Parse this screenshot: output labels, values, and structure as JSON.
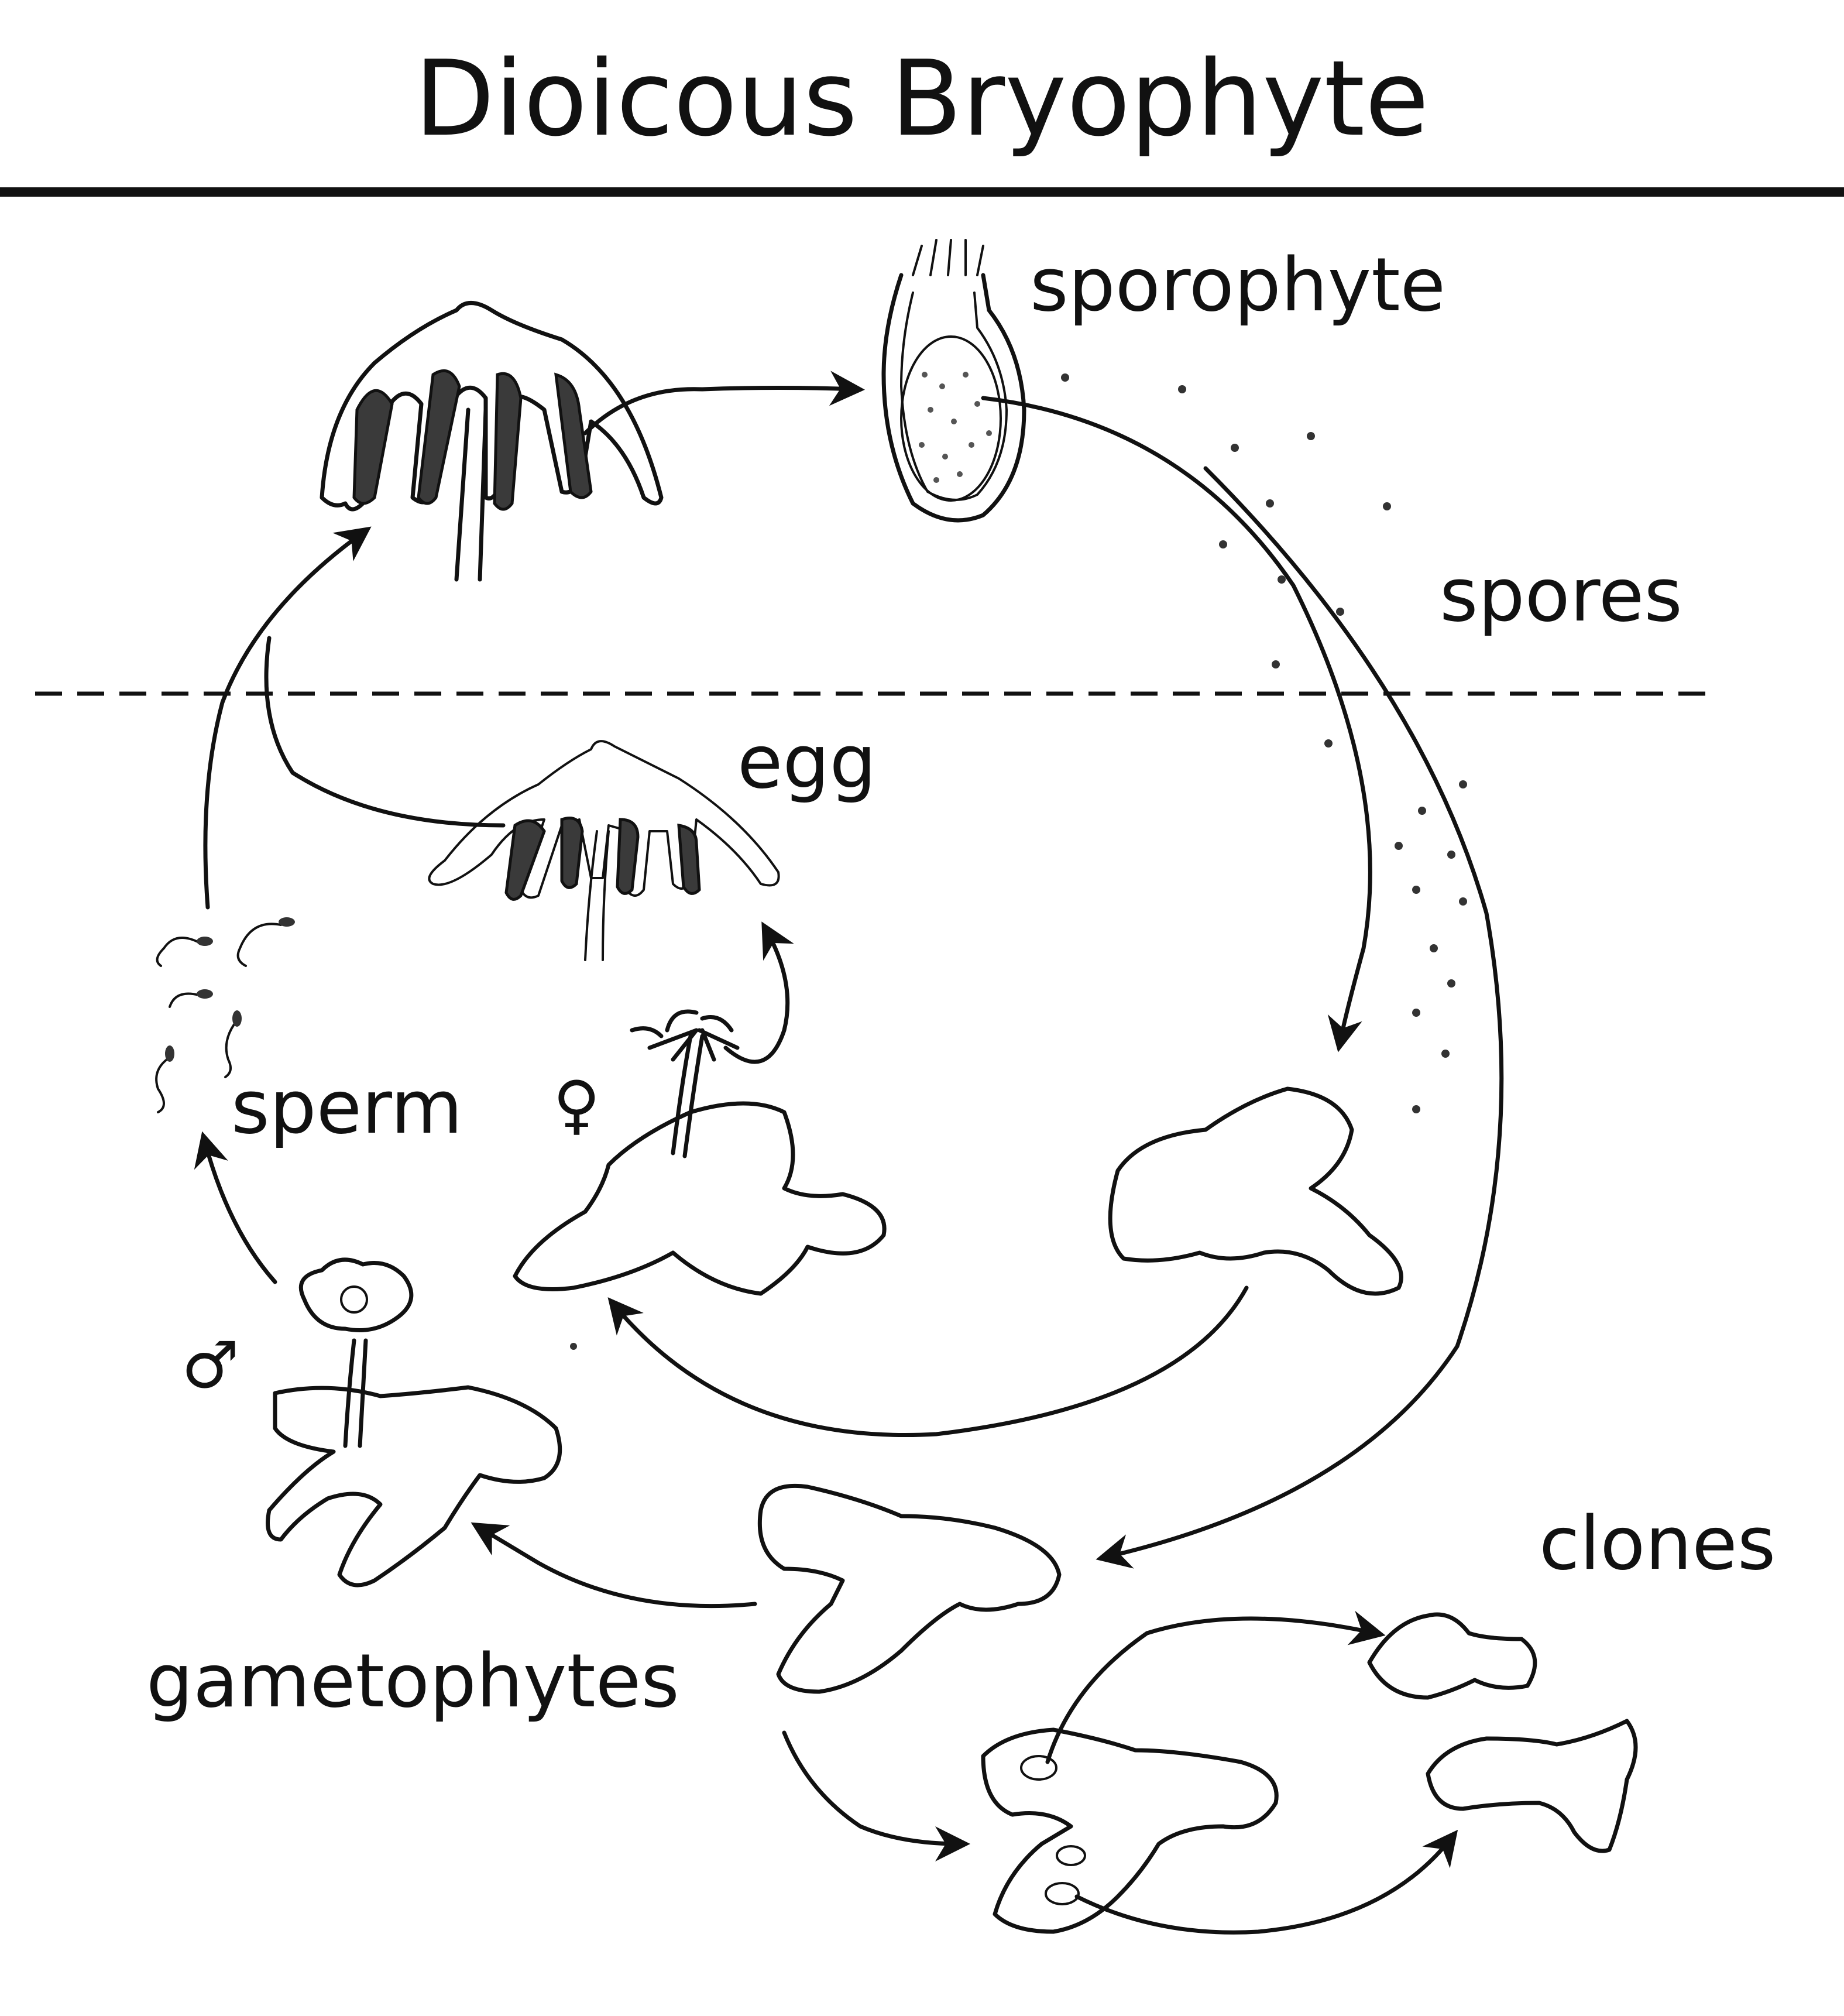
{
  "title": "Dioicous Bryophyte",
  "labels": {
    "sporophyte": "sporophyte",
    "spores": "spores",
    "egg": "egg",
    "sperm": "sperm",
    "gametophytes": "gametophytes",
    "clones": "clones",
    "female_symbol": "♀",
    "male_symbol": "♂"
  },
  "colors": {
    "ink": "#111111",
    "background": "#ffffff"
  }
}
